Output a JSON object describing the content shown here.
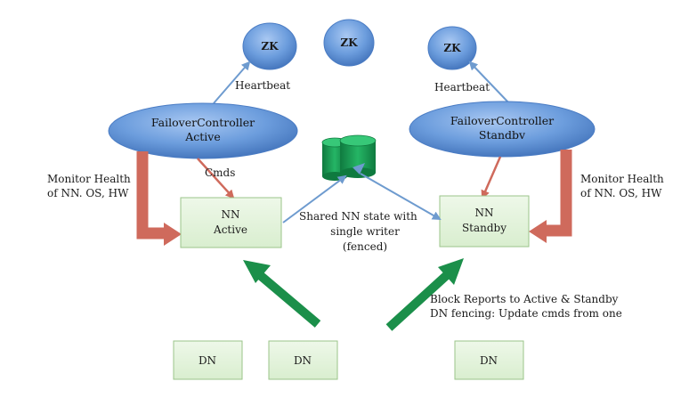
{
  "zookeeper": {
    "nodes": [
      "ZK",
      "ZK",
      "ZK"
    ]
  },
  "failover_controllers": {
    "active": {
      "line1": "FailoverController",
      "line2": "Active"
    },
    "standby": {
      "line1": "FailoverController",
      "line2": "Standbv"
    }
  },
  "namenodes": {
    "active": {
      "line1": "NN",
      "line2": "Active"
    },
    "standby": {
      "line1": "NN",
      "line2": "Standby"
    }
  },
  "datanodes": [
    "DN",
    "DN",
    "DN"
  ],
  "labels": {
    "heartbeat_left": "Heartbeat",
    "heartbeat_right": "Heartbeat",
    "cmds": "Cmds",
    "monitor_left_line1": "Monitor Health",
    "monitor_left_line2": "of NN. OS, HW",
    "monitor_right_line1": "Monitor Health",
    "monitor_right_line2": "of NN. OS, HW",
    "shared_line1": "Shared NN state with",
    "shared_line2": "single writer",
    "shared_line3": "(fenced)",
    "block_reports_line1": "Block Reports to Active & Standby",
    "block_reports_line2": "DN fencing: Update cmds from one"
  },
  "colors": {
    "zk_fill": "#5b8fd6",
    "fc_fill": "#5b8fd6",
    "nn_fill": "#e4f3dc",
    "nn_stroke": "#9bc48a",
    "dn_fill": "#e4f3dc",
    "heartbeat_arrow": "#6e9bcf",
    "cmds_arrow": "#cf6a5c",
    "monitor_arrow": "#cf6a5c",
    "green_arrow": "#1b8f4a",
    "storage": "#1ea05a"
  }
}
